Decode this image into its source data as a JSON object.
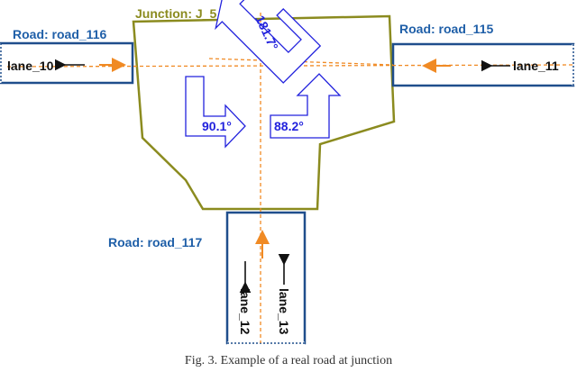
{
  "junction": {
    "label": "Junction:  J_5",
    "color": "#8b8b1f"
  },
  "roads": {
    "road_116": {
      "label": "Road:  road_116"
    },
    "road_115": {
      "label": "Road:  road_115"
    },
    "road_117": {
      "label": "Road:  road_117"
    }
  },
  "lanes": {
    "lane_10": "lane_10",
    "lane_11": "lane_11",
    "lane_12": "lane_12",
    "lane_13": "lane_13"
  },
  "turns": {
    "right": "90.1°",
    "straight": "88.2°",
    "uturn": "181.7°"
  },
  "caption": "Fig. 3.   Example of a real road at junction",
  "colors": {
    "road": "#1f4e8c",
    "arrow": "#2222dd",
    "path": "#f08a24",
    "label_blue": "#1f5fa8",
    "text": "#111111"
  }
}
